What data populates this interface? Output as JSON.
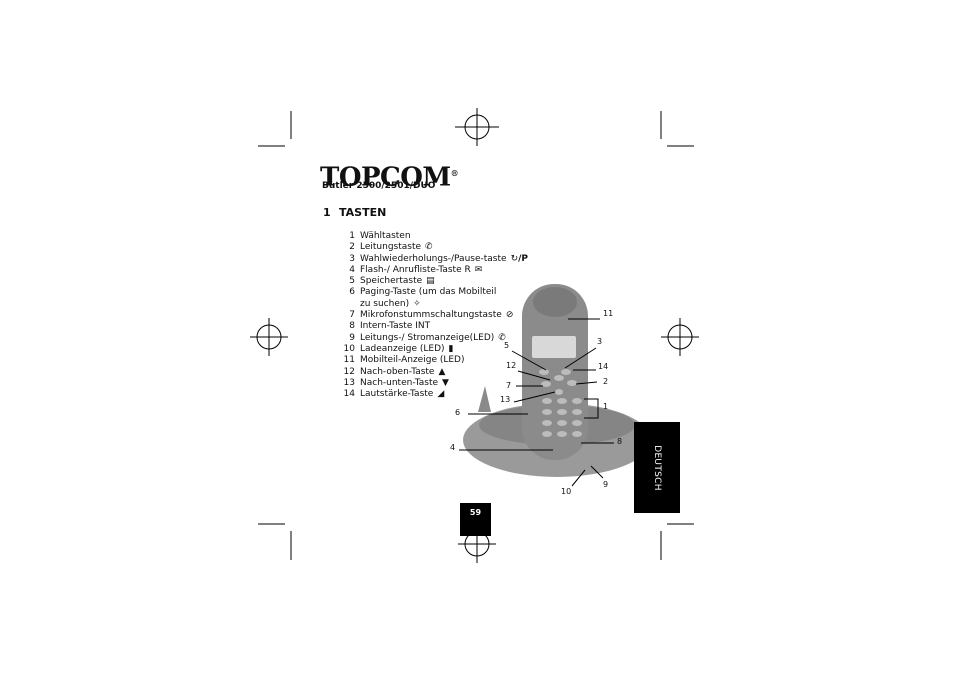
{
  "brand": {
    "logo_text": "TOPCOM",
    "registered": "®",
    "model": "Butler 2500/2501/DUO"
  },
  "section": {
    "number": "1",
    "title": "TASTEN"
  },
  "keys": [
    {
      "n": "1",
      "label": "Wähltasten",
      "icon": ""
    },
    {
      "n": "2",
      "label": "Leitungstaste",
      "icon": "handset-icon"
    },
    {
      "n": "3",
      "label": "Wahlwiederholungs-/Pause-taste",
      "icon": "redial-pause-icon",
      "icon_text": "/P"
    },
    {
      "n": "4",
      "label": "Flash-/ Anrufliste-Taste R",
      "icon": "envelope-icon"
    },
    {
      "n": "5",
      "label": "Speichertaste",
      "icon": "phonebook-icon"
    },
    {
      "n": "6",
      "label": "Paging-Taste (um das Mobilteil",
      "icon": ""
    },
    {
      "n": "",
      "label": "zu suchen)",
      "icon": "paging-icon"
    },
    {
      "n": "7",
      "label": "Mikrofonstummschaltungstaste",
      "icon": "mute-icon"
    },
    {
      "n": "8",
      "label": "Intern-Taste INT",
      "icon": ""
    },
    {
      "n": "9",
      "label": "Leitungs-/ Stromanzeige(LED)",
      "icon": "line-led-icon"
    },
    {
      "n": "10",
      "label": "Ladeanzeige (LED)",
      "icon": "battery-icon"
    },
    {
      "n": "11",
      "label": "Mobilteil-Anzeige (LED)",
      "icon": ""
    },
    {
      "n": "12",
      "label": "Nach-oben-Taste",
      "icon": "up-arrow-icon"
    },
    {
      "n": "13",
      "label": "Nach-unten-Taste",
      "icon": "down-arrow-icon"
    },
    {
      "n": "14",
      "label": "Lautstärke-Taste",
      "icon": "volume-icon"
    }
  ],
  "figure_labels": [
    "11",
    "5",
    "3",
    "12",
    "14",
    "7",
    "2",
    "13",
    "1",
    "6",
    "8",
    "4",
    "10",
    "9"
  ],
  "side_tab": "DEUTSCH",
  "page_number": "59"
}
